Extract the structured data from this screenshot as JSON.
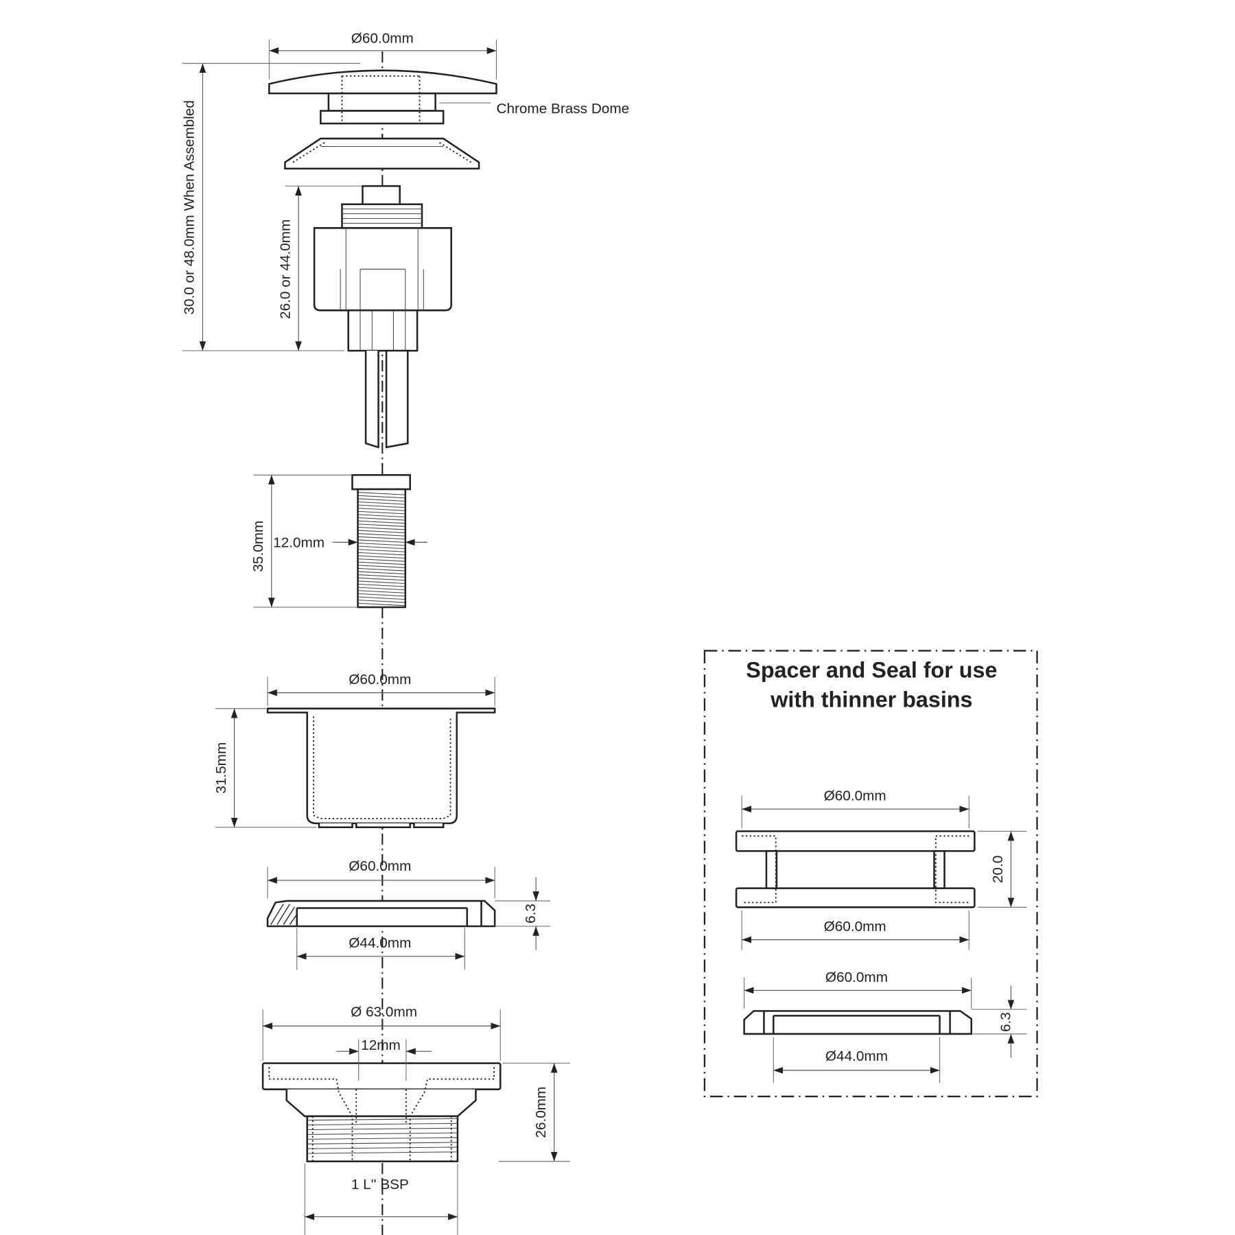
{
  "main_assembly": {
    "dome_diameter": "Ø60.0mm",
    "dome_label": "Chrome Brass Dome",
    "assembled_height": "30.0 or 48.0mm When Assembled",
    "mechanism_height": "26.0 or 44.0mm",
    "rod_length": "35.0mm",
    "rod_diameter": "12.0mm",
    "basket_diameter": "Ø60.0mm",
    "basket_height": "31.5mm",
    "seal_outer_diameter": "Ø60.0mm",
    "seal_thickness": "6.3",
    "seal_inner_diameter": "Ø44.0mm",
    "body_flange_diameter": "Ø 63.0mm",
    "body_bore": "12mm",
    "body_height": "26.0mm",
    "body_thread": "1 L'' BSP"
  },
  "spacer_panel": {
    "title_line1": "Spacer and Seal for use",
    "title_line2": "with thinner basins",
    "spacer_top_diameter": "Ø60.0mm",
    "spacer_height": "20.0",
    "spacer_bottom_diameter": "Ø60.0mm",
    "seal_outer_diameter": "Ø60.0mm",
    "seal_thickness": "6.3",
    "seal_inner_diameter": "Ø44.0mm"
  }
}
